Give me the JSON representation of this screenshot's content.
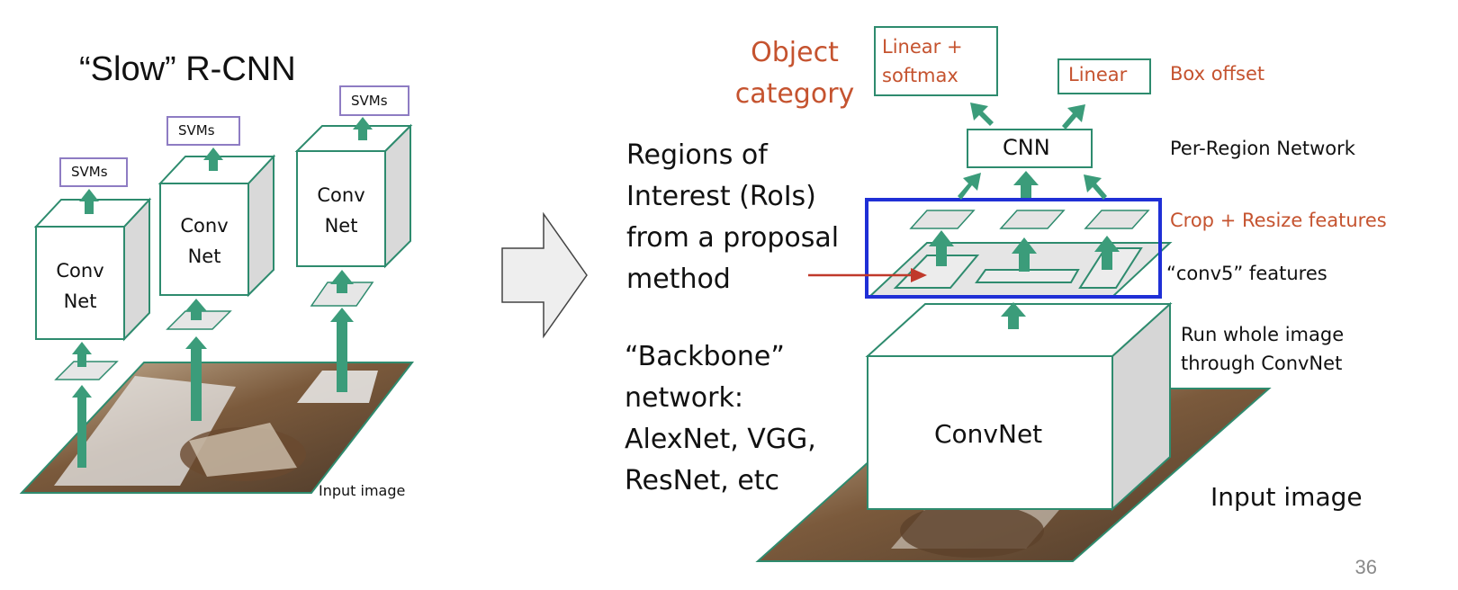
{
  "left_panel": {
    "title": "“Slow” R-CNN",
    "svm_labels": [
      "SVMs",
      "SVMs",
      "SVMs"
    ],
    "convnet_labels": [
      "Conv Net",
      "Conv Net",
      "Conv Net"
    ],
    "input_label": "Input image"
  },
  "right_panel": {
    "object_category": "Object category",
    "linear_softmax": "Linear + softmax",
    "linear": "Linear",
    "box_offset": "Box offset",
    "cnn": "CNN",
    "per_region_network": "Per-Region Network",
    "regions_of_interest": "Regions of Interest (RoIs) from a proposal method",
    "crop_resize": "Crop + Resize features",
    "conv5_features": "“conv5” features",
    "run_whole_image": "Run whole image through ConvNet",
    "backbone": "“Backbone” network: AlexNet, VGG, ResNet, etc",
    "convnet": "ConvNet",
    "input_image": "Input image"
  },
  "page_number": "36",
  "colors": {
    "green_arrow": "#3b9c7a",
    "green_outline": "#2e8b6e",
    "purple_box": "#8e7cc3",
    "blue_box": "#1f2fd6",
    "red_text": "#c5532f",
    "red_arrow": "#c0392b"
  }
}
